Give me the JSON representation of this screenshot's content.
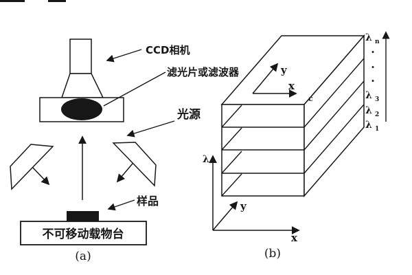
{
  "figure": {
    "type": "scanned technical figure, two schematic panels",
    "background": "#ffffff",
    "ink_color": "#171717"
  },
  "panel_a": {
    "caption": "(a)",
    "labels": {
      "camera": "CCD相机",
      "filter": "滤光片或滤波器",
      "light_source": "光源",
      "sample": "样品",
      "stage": "不可移动载物台"
    }
  },
  "panel_b": {
    "caption": "(b)",
    "top_axes": {
      "x": "x",
      "y": "y"
    },
    "corner_mark": "c",
    "bottom_axes": {
      "lambda": "λ",
      "x": "x",
      "y": "y"
    },
    "wavelengths": [
      {
        "sym": "λ",
        "sub": "n"
      },
      {
        "sym": "λ",
        "sub": "3"
      },
      {
        "sym": "λ",
        "sub": "2"
      },
      {
        "sym": "λ",
        "sub": "1"
      }
    ],
    "ellipsis_dots": [
      "·",
      "·",
      "·"
    ]
  }
}
